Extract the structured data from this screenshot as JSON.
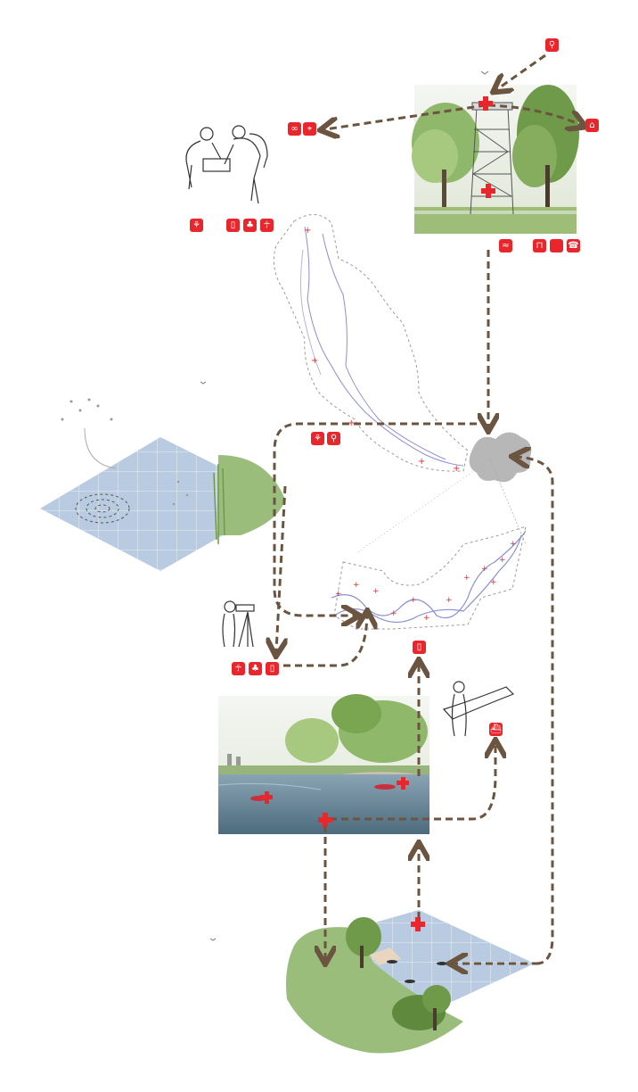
{
  "colors": {
    "accent_red": "#e8262b",
    "flow_arrow": "#6b5540",
    "water_grid": "#b9cbe0",
    "land_green": "#9bbd7c",
    "tree_green": "#6f9a4a",
    "river_line": "#8c8fd6",
    "boundary_dash": "#9a9a9a",
    "settlement_gray": "#b7b7b7"
  },
  "icon_groups": [
    {
      "id": "top-right-single",
      "icons": [
        "signal-icon"
      ]
    },
    {
      "id": "observation-left",
      "icons": [
        "binoculars-icon",
        "map-icon"
      ]
    },
    {
      "id": "home",
      "icons": [
        "house-icon"
      ]
    },
    {
      "id": "tower-bottom",
      "icons": [
        "wifi-icon",
        "bench-icon",
        "blank-icon",
        "phone-icon"
      ]
    },
    {
      "id": "hikers-left",
      "icons": [
        "walk-icon"
      ]
    },
    {
      "id": "hikers-right",
      "icons": [
        "bottle-icon",
        "tree-icon",
        "hiker-icon"
      ]
    },
    {
      "id": "river-mid",
      "icons": [
        "walk-icon",
        "signal-icon"
      ]
    },
    {
      "id": "birder-bottom",
      "icons": [
        "hiker-icon",
        "tree-icon",
        "bottle-icon"
      ]
    },
    {
      "id": "meander-down",
      "icons": [
        "bottle-icon"
      ]
    },
    {
      "id": "kayak",
      "icons": [
        "boat-icon"
      ]
    }
  ],
  "scenes": [
    "watchtower-photo",
    "river-photo",
    "water-grid-left",
    "lake-grid-bottom",
    "river-map",
    "meander-map"
  ],
  "figures": [
    "hikers-with-map-figure",
    "birdwatcher-figure",
    "kayaker-figure"
  ]
}
